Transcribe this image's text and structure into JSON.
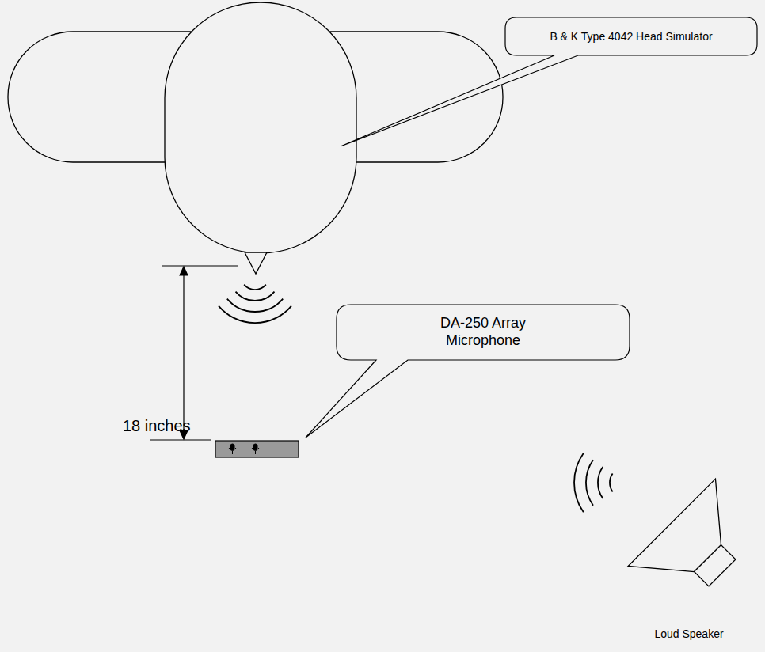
{
  "diagram": {
    "nodes": [
      {
        "text": [
          "B & K Type 4042 Head Simulator"
        ]
      },
      {
        "text": [
          "DA-250 Array Microphone"
        ]
      }
    ],
    "labels": [
      "18 inches",
      "Loud Speaker"
    ]
  }
}
